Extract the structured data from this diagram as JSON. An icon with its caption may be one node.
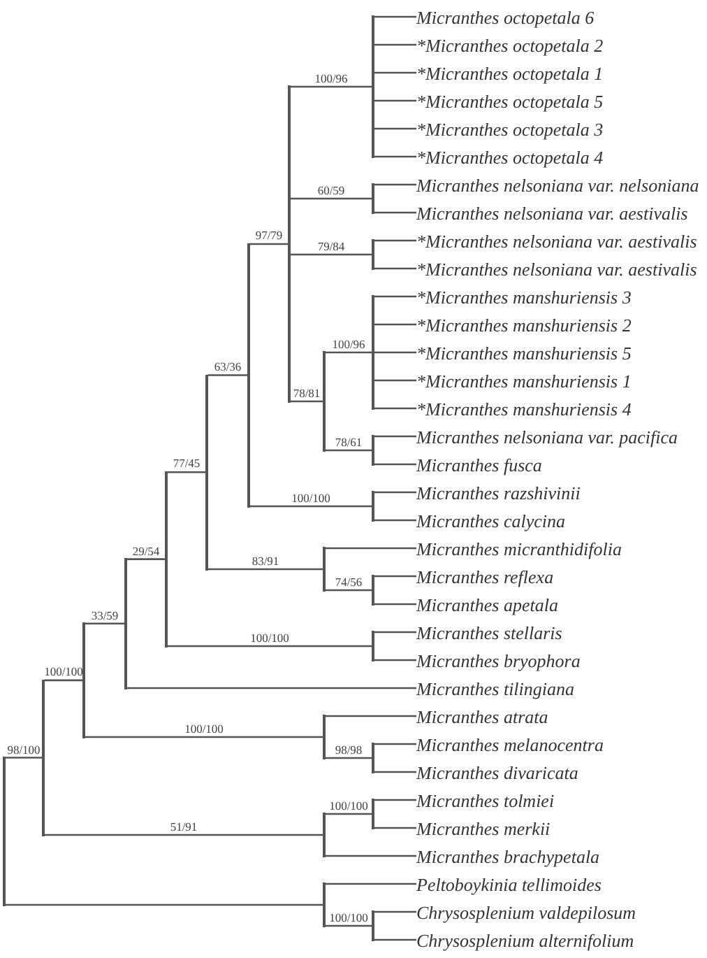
{
  "diagram": {
    "nodes": [
      {
        "text": [
          "Micranthes octopetala 6"
        ]
      },
      {
        "text": [
          "*Micranthes octopetala 2"
        ]
      },
      {
        "text": [
          "*Micranthes octopetala 1"
        ]
      },
      {
        "text": [
          "*Micranthes octopetala 5"
        ]
      },
      {
        "text": [
          "*Micranthes octopetala 3"
        ]
      },
      {
        "text": [
          "*Micranthes octopetala 4"
        ]
      },
      {
        "text": [
          "Micranthes nelsoniana var. nelsoniana"
        ]
      },
      {
        "text": [
          "Micranthes nelsoniana var. aestivalis"
        ]
      },
      {
        "text": [
          "*Micranthes nelsoniana var. aestivalis"
        ]
      },
      {
        "text": [
          "*Micranthes nelsoniana var. aestivalis"
        ]
      },
      {
        "text": [
          "*Micranthes manshuriensis 3"
        ]
      },
      {
        "text": [
          "*Micranthes manshuriensis 2"
        ]
      },
      {
        "text": [
          "*Micranthes manshuriensis 5"
        ]
      },
      {
        "text": [
          "*Micranthes manshuriensis 1"
        ]
      },
      {
        "text": [
          "*Micranthes manshuriensis 4"
        ]
      },
      {
        "text": [
          "Micranthes nelsoniana var. pacifica"
        ]
      },
      {
        "text": [
          "Micranthes fusca"
        ]
      },
      {
        "text": [
          "Micranthes razshivinii"
        ]
      },
      {
        "text": [
          "Micranthes calycina"
        ]
      },
      {
        "text": [
          "Micranthes micranthidifolia"
        ]
      },
      {
        "text": [
          "Micranthes reflexa"
        ]
      },
      {
        "text": [
          "Micranthes apetala"
        ]
      },
      {
        "text": [
          "Micranthes stellaris"
        ]
      },
      {
        "text": [
          "Micranthes bryophora"
        ]
      },
      {
        "text": [
          "Micranthes tilingiana"
        ]
      },
      {
        "text": [
          "Micranthes atrata"
        ]
      },
      {
        "text": [
          "Micranthes melanocentra"
        ]
      },
      {
        "text": [
          "Micranthes divaricata"
        ]
      },
      {
        "text": [
          "Micranthes tolmiei"
        ]
      },
      {
        "text": [
          "Micranthes merkii"
        ]
      },
      {
        "text": [
          "Micranthes brachypetala"
        ]
      },
      {
        "text": [
          "Peltoboykinia tellimoides"
        ]
      },
      {
        "text": [
          "Chrysosplenium valdepilosum"
        ]
      },
      {
        "text": [
          "Chrysosplenium alternifolium"
        ]
      },
      {
        "text": [],
        "shape": "bar"
      },
      {
        "text": [],
        "shape": "bar"
      },
      {
        "text": [],
        "shape": "bar"
      },
      {
        "text": [],
        "shape": "bar"
      },
      {
        "text": [],
        "shape": "bar"
      },
      {
        "text": [],
        "shape": "bar"
      },
      {
        "text": [],
        "shape": "bar"
      },
      {
        "text": [],
        "shape": "bar"
      },
      {
        "text": [],
        "shape": "bar"
      },
      {
        "text": [],
        "shape": "bar"
      },
      {
        "text": [],
        "shape": "bar"
      },
      {
        "text": [],
        "shape": "bar"
      },
      {
        "text": [],
        "shape": "bar"
      },
      {
        "text": [],
        "shape": "bar"
      },
      {
        "text": [],
        "shape": "bar"
      },
      {
        "text": [],
        "shape": "bar"
      },
      {
        "text": [],
        "shape": "bar"
      },
      {
        "text": [],
        "shape": "bar"
      },
      {
        "text": [],
        "shape": "bar"
      },
      {
        "text": [],
        "shape": "bar"
      },
      {
        "text": [],
        "shape": "bar"
      },
      {
        "text": [],
        "shape": "bar"
      },
      {
        "text": [],
        "shape": "bar"
      },
      {
        "text": [],
        "shape": "bar"
      }
    ],
    "edges": [
      {
        "from": 34,
        "to": 35,
        "arrow": "none",
        "label": "98/100"
      },
      {
        "from": 35,
        "to": 36,
        "arrow": "none",
        "label": "100/100"
      },
      {
        "from": 36,
        "to": 37,
        "arrow": "none",
        "label": "33/59"
      },
      {
        "from": 37,
        "to": 38,
        "arrow": "none",
        "label": "29/54"
      },
      {
        "from": 38,
        "to": 39,
        "arrow": "none",
        "label": "77/45"
      },
      {
        "from": 39,
        "to": 40,
        "arrow": "none",
        "label": "63/36"
      },
      {
        "from": 40,
        "to": 41,
        "arrow": "none",
        "label": "97/79"
      },
      {
        "from": 41,
        "to": 47,
        "arrow": "none",
        "label": "100/96"
      },
      {
        "from": 47,
        "to": 0,
        "arrow": "none"
      },
      {
        "from": 47,
        "to": 1,
        "arrow": "none"
      },
      {
        "from": 47,
        "to": 2,
        "arrow": "none"
      },
      {
        "from": 47,
        "to": 3,
        "arrow": "none"
      },
      {
        "from": 47,
        "to": 4,
        "arrow": "none"
      },
      {
        "from": 47,
        "to": 5,
        "arrow": "none"
      },
      {
        "from": 41,
        "to": 48,
        "arrow": "none",
        "label": "60/59"
      },
      {
        "from": 48,
        "to": 6,
        "arrow": "none"
      },
      {
        "from": 48,
        "to": 7,
        "arrow": "none"
      },
      {
        "from": 41,
        "to": 49,
        "arrow": "none",
        "label": "79/84"
      },
      {
        "from": 49,
        "to": 8,
        "arrow": "none"
      },
      {
        "from": 49,
        "to": 9,
        "arrow": "none"
      },
      {
        "from": 41,
        "to": 42,
        "arrow": "none",
        "label": "78/81"
      },
      {
        "from": 42,
        "to": 50,
        "arrow": "none",
        "label": "100/96"
      },
      {
        "from": 50,
        "to": 10,
        "arrow": "none"
      },
      {
        "from": 50,
        "to": 11,
        "arrow": "none"
      },
      {
        "from": 50,
        "to": 12,
        "arrow": "none"
      },
      {
        "from": 50,
        "to": 13,
        "arrow": "none"
      },
      {
        "from": 50,
        "to": 14,
        "arrow": "none"
      },
      {
        "from": 42,
        "to": 51,
        "arrow": "none",
        "label": "78/61"
      },
      {
        "from": 51,
        "to": 15,
        "arrow": "none"
      },
      {
        "from": 51,
        "to": 16,
        "arrow": "none"
      },
      {
        "from": 40,
        "to": 52,
        "arrow": "none",
        "label": "100/100"
      },
      {
        "from": 52,
        "to": 17,
        "arrow": "none"
      },
      {
        "from": 52,
        "to": 18,
        "arrow": "none"
      },
      {
        "from": 39,
        "to": 43,
        "arrow": "none",
        "label": "83/91"
      },
      {
        "from": 43,
        "to": 19,
        "arrow": "none"
      },
      {
        "from": 43,
        "to": 53,
        "arrow": "none",
        "label": "74/56"
      },
      {
        "from": 53,
        "to": 20,
        "arrow": "none"
      },
      {
        "from": 53,
        "to": 21,
        "arrow": "none"
      },
      {
        "from": 38,
        "to": 54,
        "arrow": "none",
        "label": "100/100"
      },
      {
        "from": 54,
        "to": 22,
        "arrow": "none"
      },
      {
        "from": 54,
        "to": 23,
        "arrow": "none"
      },
      {
        "from": 37,
        "to": 24,
        "arrow": "none"
      },
      {
        "from": 36,
        "to": 44,
        "arrow": "none",
        "label": "100/100"
      },
      {
        "from": 44,
        "to": 25,
        "arrow": "none"
      },
      {
        "from": 44,
        "to": 55,
        "arrow": "none",
        "label": "98/98"
      },
      {
        "from": 55,
        "to": 26,
        "arrow": "none"
      },
      {
        "from": 55,
        "to": 27,
        "arrow": "none"
      },
      {
        "from": 35,
        "to": 45,
        "arrow": "none",
        "label": "51/91"
      },
      {
        "from": 45,
        "to": 56,
        "arrow": "none",
        "label": "100/100"
      },
      {
        "from": 56,
        "to": 28,
        "arrow": "none"
      },
      {
        "from": 56,
        "to": 29,
        "arrow": "none"
      },
      {
        "from": 45,
        "to": 30,
        "arrow": "none"
      },
      {
        "from": 34,
        "to": 46,
        "arrow": "none"
      },
      {
        "from": 46,
        "to": 31,
        "arrow": "none"
      },
      {
        "from": 46,
        "to": 57,
        "arrow": "none",
        "label": "100/100"
      },
      {
        "from": 57,
        "to": 32,
        "arrow": "none"
      },
      {
        "from": 57,
        "to": 33,
        "arrow": "none"
      }
    ]
  }
}
